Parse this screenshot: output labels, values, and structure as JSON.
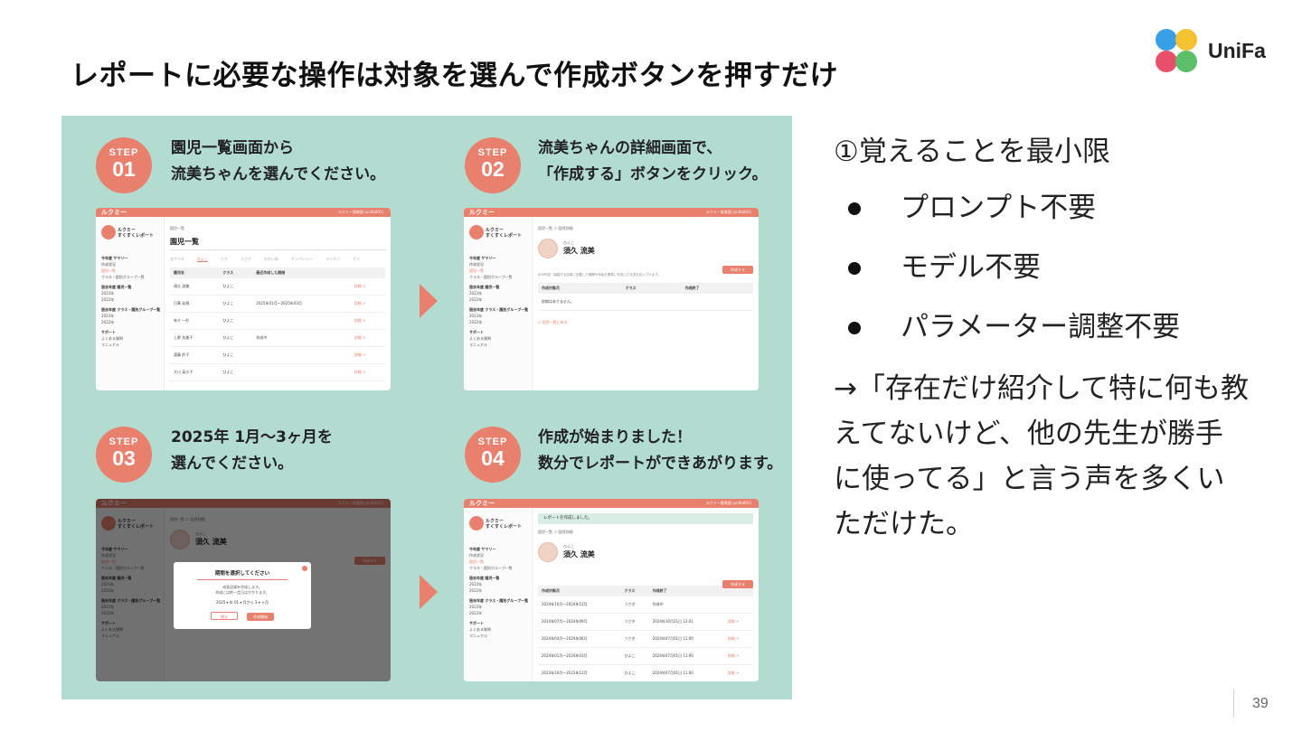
{
  "slide": {
    "title": "レポートに必要な操作は対象を選んで作成ボタンを押すだけ",
    "logo_text": "UniFa",
    "page_number": "39"
  },
  "colors": {
    "accent": "#e8806d",
    "panel_bg": "#b3dcd1",
    "logo_blue": "#3aa0e6",
    "logo_yellow": "#f2c230",
    "logo_red": "#e8506a",
    "logo_green": "#5cbf6a"
  },
  "steps": [
    {
      "badge_top": "STEP",
      "badge_num": "01",
      "line1": "園児一覧画面から",
      "line2": "流美ちゃんを選んでください。"
    },
    {
      "badge_top": "STEP",
      "badge_num": "02",
      "line1": "流美ちゃんの詳細画面で、",
      "line2": "「作成する」ボタンをクリック。"
    },
    {
      "badge_top": "STEP",
      "badge_num": "03",
      "line1": "2025年 1月〜3ヶ月を",
      "line2": "選んでください。"
    },
    {
      "badge_top": "STEP",
      "badge_num": "04",
      "line1": "作成が始まりました！",
      "line2": "数分でレポートができあがります。"
    }
  ],
  "mock": {
    "brand": "ルクミー",
    "user": "ルクミー保育園 (unifa001)",
    "app_name_1": "ルクミー",
    "app_name_2": "すくすくレポート",
    "nav": [
      {
        "text": "今年度 サマリー",
        "kind": "h"
      },
      {
        "text": "作成状況",
        "kind": "n"
      },
      {
        "text": "園児一覧",
        "kind": "act"
      },
      {
        "text": "クラス・園別グループ一覧",
        "kind": "n"
      },
      {
        "text": "過去年度 園児一覧",
        "kind": "h"
      },
      {
        "text": "2023年",
        "kind": "n"
      },
      {
        "text": "2022年",
        "kind": "n"
      },
      {
        "text": "過去年度 クラス・園別グループ一覧",
        "kind": "h"
      },
      {
        "text": "2023年",
        "kind": "n"
      },
      {
        "text": "2022年",
        "kind": "n"
      },
      {
        "text": "サポート",
        "kind": "h"
      },
      {
        "text": "よくある質問",
        "kind": "n"
      },
      {
        "text": "マニュアル",
        "kind": "n"
      }
    ],
    "s1": {
      "crumb": "園児一覧",
      "heading": "園児一覧",
      "tabs": [
        "全クラス",
        "ひよこ",
        "りす",
        "うさぎ",
        "おおいぬ",
        "チンパンジー",
        "ライオン",
        "ぞう"
      ],
      "columns": [
        "園児名",
        "クラス",
        "最近作成した期間",
        ""
      ],
      "rows": [
        [
          "須久 流美",
          "ひよこ",
          "",
          "詳細 >"
        ],
        [
          "日華 仙桃",
          "ひよこ",
          "2025年01月〜2025年03月",
          "詳細 >"
        ],
        [
          "有介 一杉",
          "ひよこ",
          "",
          "詳細 >"
        ],
        [
          "上野 矢美子",
          "ひよこ",
          "作成中",
          "詳細 >"
        ],
        [
          "湯藤 鈴子",
          "ひよこ",
          "",
          "詳細 >"
        ],
        [
          "大川 英沙子",
          "ひよこ",
          "",
          "詳細 >"
        ]
      ]
    },
    "s2": {
      "crumb": "園児一覧 ＞ 園児詳細",
      "kana": "ひよこ",
      "child_name": "須久 流美",
      "create_button": "作成する",
      "description": "AIが作成・園園する記事に記載した期間や年齢を基準に作成した文書を記入されます。",
      "columns": [
        "作成対象月",
        "クラス",
        "作成終了"
      ],
      "empty": "前期はありません。",
      "back_link": "< 園児一覧に戻る"
    },
    "s3": {
      "modal_title": "期間を選択してください",
      "modal_desc_1": "成長記録を作成します。",
      "modal_desc_2": "作成には約一定日はかかります。",
      "modal_select": "2025 ▾ 年 01 ▾ 月から 3 ▾ ヶ月",
      "cancel": "閉る",
      "ok": "作成開始"
    },
    "s4": {
      "toast": "レポートを作成しました。",
      "columns": [
        "作成対象月",
        "クラス",
        "作成終了",
        ""
      ],
      "rows": [
        [
          "2024年10月〜2024年12月",
          "うさぎ",
          "作成中",
          ""
        ],
        [
          "2024年07月〜2024年09月",
          "うさぎ",
          "2024年10月21日 12:01",
          "詳細 >"
        ],
        [
          "2024年04月〜2024年06月",
          "うさぎ",
          "2024年07月01日 11:00",
          "詳細 >"
        ],
        [
          "2024年01月〜2024年03月",
          "ひよこ",
          "2024年07月01日 11:00",
          "詳細 >"
        ],
        [
          "2023年10月〜2023年12月",
          "ひよこ",
          "2024年07月01日 11:00",
          "詳細 >"
        ]
      ]
    }
  },
  "right": {
    "heading": "①覚えることを最小限",
    "bullets": [
      "プロンプト不要",
      "モデル不要",
      "パラメーター調整不要"
    ],
    "para": "→「存在だけ紹介して特に何も教えてないけど、他の先生が勝手に使ってる」と言う声を多くいただけた。"
  }
}
